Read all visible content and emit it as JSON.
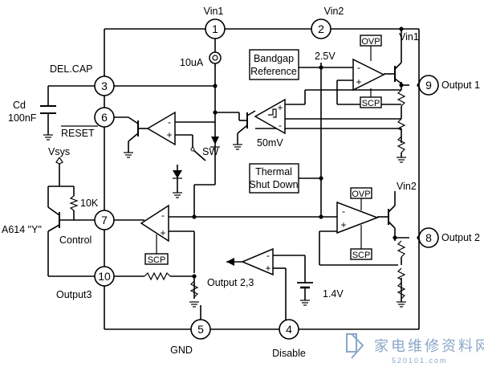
{
  "pins": [
    {
      "num": "1",
      "label": "Vin1"
    },
    {
      "num": "2",
      "label": "Vin2"
    },
    {
      "num": "3",
      "label": "DEL.CAP"
    },
    {
      "num": "4",
      "label": "Disable"
    },
    {
      "num": "5",
      "label": "GND"
    },
    {
      "num": "6",
      "label": "RESET"
    },
    {
      "num": "7",
      "label": "Control"
    },
    {
      "num": "8",
      "label": "Output 2"
    },
    {
      "num": "9",
      "label": "Output 1"
    },
    {
      "num": "10",
      "label": "Output3"
    }
  ],
  "blocks": {
    "bandgap": [
      "Bandgap",
      "Reference"
    ],
    "thermal": [
      "Thermal",
      "Shut Down"
    ],
    "ovp": "OVP",
    "scp": "SCP"
  },
  "labels": {
    "current_source": "10uA",
    "vref": "2.5V",
    "hyst": "50mV",
    "switch": "SW",
    "cap_name": "Cd",
    "cap_value": "100nF",
    "vsys": "Vsys",
    "res_10k": "10K",
    "transistor": "A614 \"Y\"",
    "vin1_out": "Vin1",
    "vin2_out": "Vin2",
    "out23": "Output 2,3",
    "batt": "1.4V"
  },
  "watermark": {
    "main": "家电维修资料网",
    "sub": "520101.com"
  }
}
